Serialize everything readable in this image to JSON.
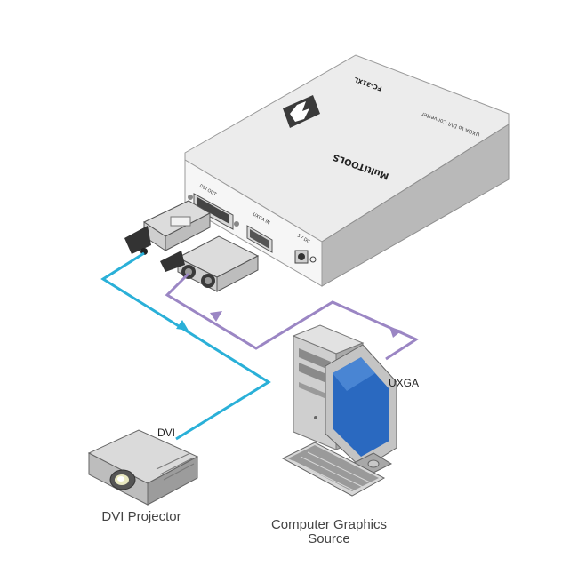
{
  "device": {
    "model": "FC-31XL",
    "subtitle": "UXGA to DVI Converter",
    "brand": "MultiTOOLS",
    "ports": {
      "dvi_out": "DVI OUT",
      "uxga_in": "UXGA IN",
      "power": "5V DC"
    }
  },
  "labels": {
    "dvi_cable": "DVI",
    "uxga_cable": "UXGA",
    "projector": "DVI Projector",
    "source_line1": "Computer Graphics",
    "source_line2": "Source"
  },
  "colors": {
    "dvi_line": "#2ab0d8",
    "uxga_line": "#9b86c4",
    "device_top": "#e9e9e9",
    "device_side": "#bdbdbd"
  }
}
